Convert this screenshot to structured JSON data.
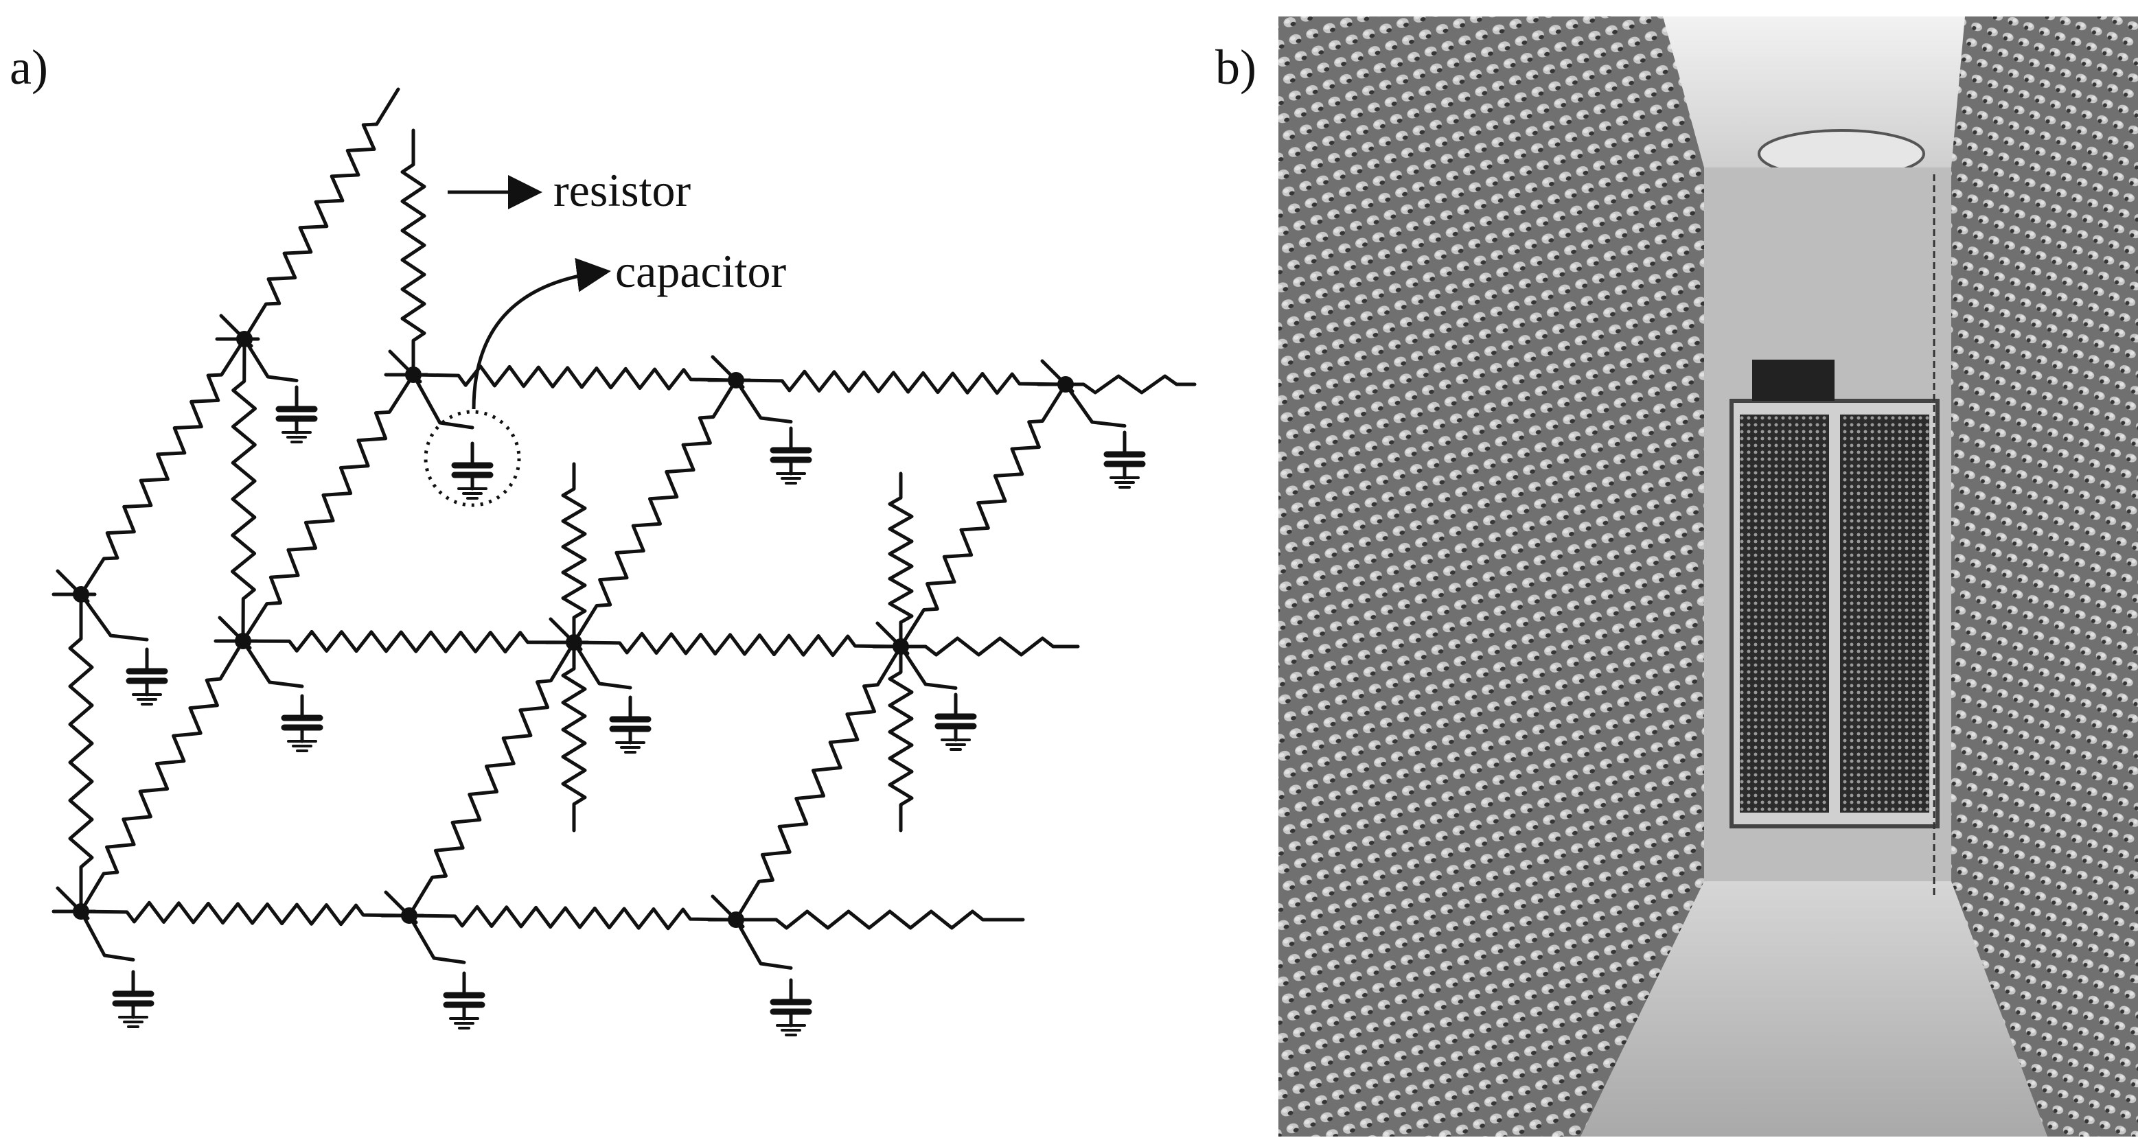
{
  "figure": {
    "panel_a_label": "a)",
    "panel_b_label": "b)",
    "annotation_resistor": "resistor",
    "annotation_capacitor": "capacitor"
  },
  "colors": {
    "ink": "#111111",
    "background": "#ffffff",
    "photo_wall": "#8c8c8c",
    "photo_floor": "#cfcfcf"
  }
}
